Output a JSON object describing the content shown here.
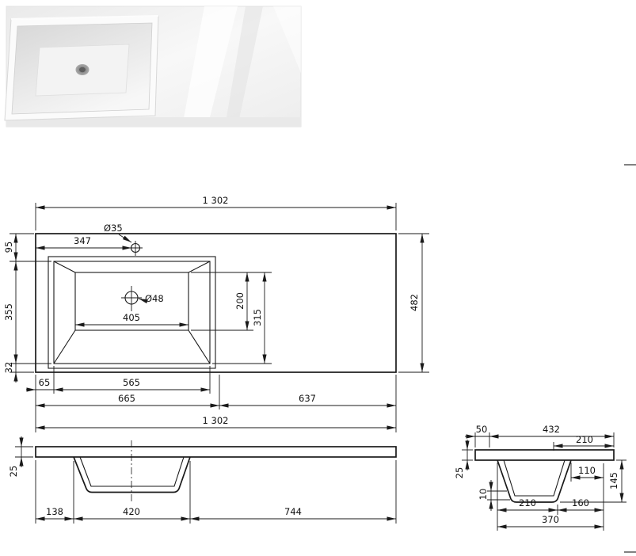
{
  "colors": {
    "line": "#1a1a1a",
    "background": "#ffffff"
  },
  "top_view": {
    "overall_width_top": "1 302",
    "faucet_hole_diameter": "Ø35",
    "faucet_hole_offset": "347",
    "back_ledge_depth": "95",
    "basin_cutout_depth": "355",
    "front_ledge_depth": "32",
    "overall_depth": "482",
    "drain_diameter": "Ø48",
    "basin_bottom_width": "405",
    "basin_bottom_depth": "200",
    "basin_inner_depth": "315",
    "left_ledge_width": "65",
    "basin_cutout_width": "565",
    "basin_section_width": "665",
    "counter_section_width": "637",
    "overall_width_bottom": "1 302"
  },
  "front_view": {
    "slab_thickness": "25",
    "left_offset": "138",
    "bowl_width": "420",
    "right_offset": "744"
  },
  "side_view": {
    "front_edge": "50",
    "remaining_depth": "432",
    "back_segment": "210",
    "slab_thickness": "25",
    "bowl_back_offset": "110",
    "bowl_height": "145",
    "wall_thickness": "10",
    "bowl_bottom_front": "210",
    "bowl_bottom_back": "160",
    "bowl_total_depth": "370"
  }
}
